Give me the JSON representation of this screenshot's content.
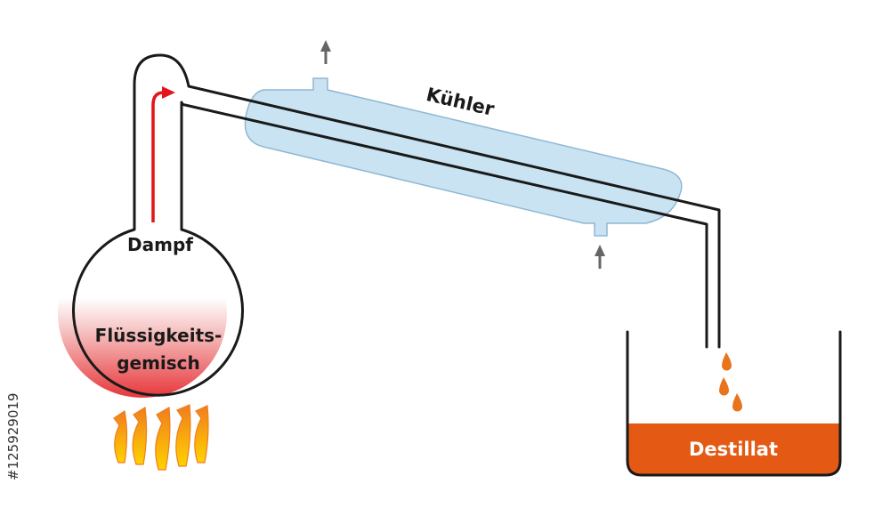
{
  "labels": {
    "vapor": "Dampf",
    "mixture_line1": "Flüssigkeits-",
    "mixture_line2": "gemisch",
    "condenser": "Kühler",
    "distillate": "Destillat"
  },
  "image_id": "#125929019",
  "colors": {
    "outline": "#1a1a1a",
    "coolant": "#c9e3f2",
    "coolant_edge": "#8fb8d3",
    "liquid_red": "#e3151a",
    "distillate": "#e45a14",
    "drop": "#e8741c",
    "vapor_arrow": "#e3151a",
    "water_arrow": "#666666",
    "flame_outer": "#f07d1e",
    "flame_inner": "#ffd200"
  }
}
